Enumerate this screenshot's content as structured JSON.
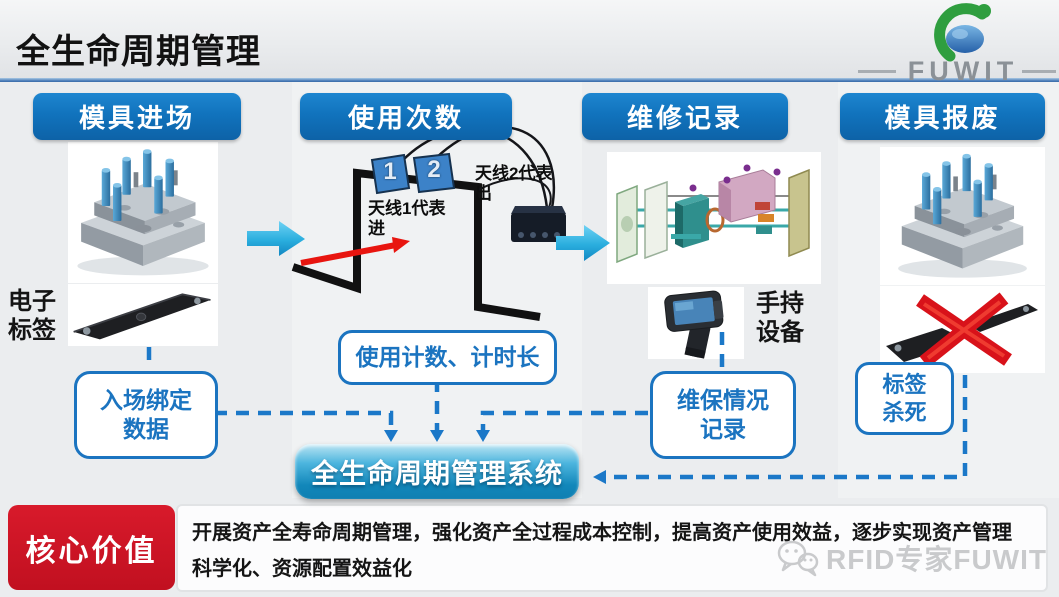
{
  "slide": {
    "title": "全生命周期管理",
    "brand": "FUWIT"
  },
  "stages": [
    {
      "label": "模具进场"
    },
    {
      "label": "使用次数"
    },
    {
      "label": "维修记录"
    },
    {
      "label": "模具报废"
    }
  ],
  "gate": {
    "antenna1_num": "1",
    "antenna2_num": "2",
    "antenna1_note_line1": "天线1代表",
    "antenna1_note_line2": "进",
    "antenna2_note_line1": "天线2代表",
    "antenna2_note_line2": "出"
  },
  "labels": {
    "etag_line1": "电子",
    "etag_line2": "标签",
    "handheld_line1": "手持",
    "handheld_line2": "设备"
  },
  "callouts": {
    "entry_line1": "入场绑定",
    "entry_line2": "数据",
    "usage": "使用计数、计时长",
    "maint_line1": "维保情况",
    "maint_line2": "记录",
    "kill_line1": "标签",
    "kill_line2": "杀死"
  },
  "system": {
    "label": "全生命周期管理系统"
  },
  "footer": {
    "badge": "核心价值",
    "text_line1": "开展资产全寿命周期管理，强化资产全过程成本控制，提高资产使用效益，逐步实现资产管理",
    "text_line2": "科学化、资源配置效益化",
    "watermark": "RFID专家FUWIT"
  },
  "colors": {
    "stage_button_blue": "#1173bd",
    "callout_border_blue": "#1b74c0",
    "connector_blue": "#1b78c8",
    "system_button_blue": "#1287ba",
    "flow_arrow_cyan": "#2aaede",
    "badge_red": "#c8121f",
    "x_mark_red": "#d8121a",
    "header_divider_blue": "#3f77b5"
  }
}
